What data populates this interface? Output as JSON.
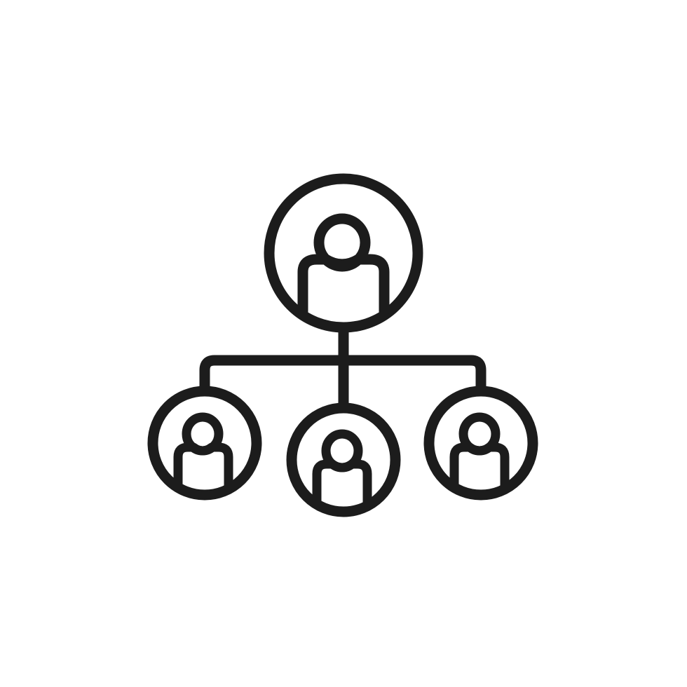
{
  "icon": {
    "name": "org-chart-icon",
    "stroke_color": "#1c1c1c",
    "background_color": "#ffffff"
  },
  "nodes": [
    {
      "role": "manager",
      "icon": "person-icon"
    },
    {
      "role": "member",
      "icon": "person-icon"
    },
    {
      "role": "member",
      "icon": "person-icon"
    },
    {
      "role": "member",
      "icon": "person-icon"
    }
  ]
}
